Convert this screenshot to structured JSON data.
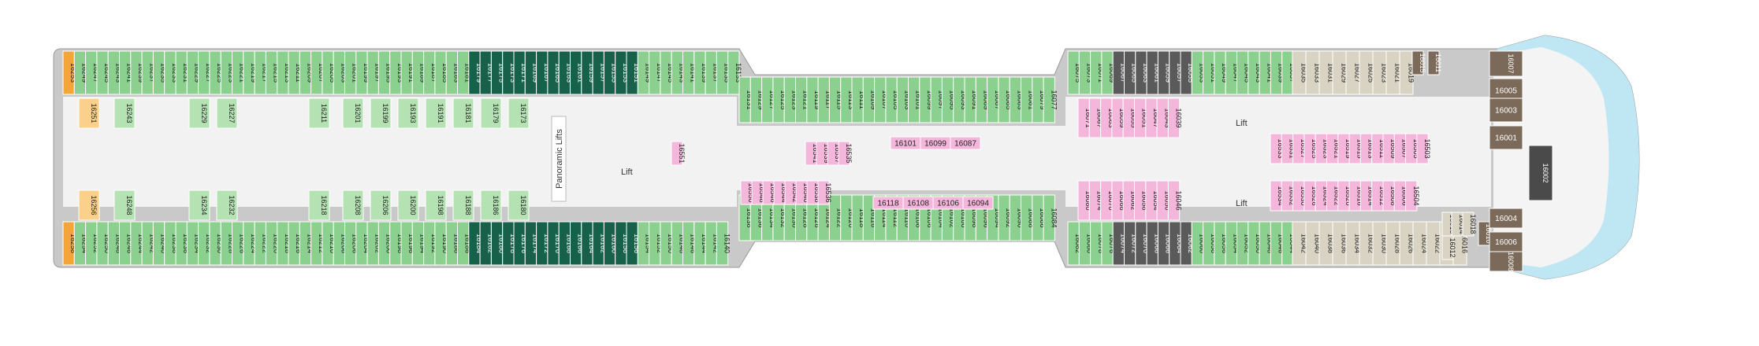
{
  "colors": {
    "hull": "#c9c9c9",
    "deck": "#e7e7e7",
    "green": "#8cd08f",
    "green_light": "#b5e2b3",
    "teal": "#17614a",
    "orange": "#f3a53a",
    "orange_light": "#fbd08a",
    "pink": "#f5b6dc",
    "beige": "#d9d3c3",
    "brown": "#7b6a5a",
    "blue": "#bfe6f3",
    "dark": "#5a5a5a"
  },
  "labels": {
    "lift_center": "Lift",
    "panoramic": "Panoramic Lifts",
    "lift_fwd_1": "Lift",
    "lift_fwd_2": "Lift"
  },
  "top_outer": [
    "16253",
    "16249",
    "16247",
    "16245",
    "16243",
    "16241",
    "16239",
    "16237",
    "16235",
    "16233",
    "16231",
    "16229",
    "16227",
    "16225",
    "16223",
    "16221",
    "16219",
    "16217",
    "16215",
    "16213",
    "16211",
    "16209",
    "16207",
    "16205",
    "16203",
    "16201",
    "16199",
    "16197",
    "16195",
    "16193",
    "16191",
    "16189",
    "16187",
    "16185",
    "16183",
    "16181",
    "16179",
    "16177",
    "16175",
    "16173",
    "16171",
    "16169",
    "16167",
    "16165",
    "16163",
    "16161",
    "16159",
    "16157",
    "16155",
    "16153",
    "16151",
    "16149",
    "16147",
    "16145",
    "16143",
    "16141",
    "16139",
    "16137",
    "16135",
    "16133"
  ],
  "bottom_outer": [
    "16258",
    "16254",
    "16252",
    "16250",
    "16248",
    "16246",
    "16244",
    "16242",
    "16240",
    "16238",
    "16236",
    "16234",
    "16232",
    "16230",
    "16228",
    "16226",
    "16224",
    "16222",
    "16220",
    "16218",
    "16216",
    "16214",
    "16212",
    "16210",
    "16208",
    "16206",
    "16204",
    "16202",
    "16200",
    "16198",
    "16196",
    "16194",
    "16192",
    "16190",
    "16188",
    "16186",
    "16184",
    "16182",
    "16180",
    "16178",
    "16176",
    "16174",
    "16172",
    "16170",
    "16168",
    "16166",
    "16164",
    "16162",
    "16160",
    "16158",
    "16156",
    "16154",
    "16152",
    "16150",
    "16148",
    "16146",
    "16144",
    "16142",
    "16140"
  ],
  "top_inner": [
    "16251",
    "16243",
    "16229",
    "16227",
    "16211",
    "16201",
    "16199",
    "16193",
    "16191",
    "16181",
    "16179",
    "16173"
  ],
  "bottom_inner": [
    "16256",
    "16248",
    "16234",
    "16232",
    "16218",
    "16208",
    "16206",
    "16200",
    "16198",
    "16188",
    "16186",
    "16180"
  ],
  "mid_top": [
    "16131",
    "16129",
    "16127",
    "16125",
    "16123",
    "16121",
    "16119",
    "16117",
    "16115",
    "16113",
    "16111",
    "16109",
    "16107",
    "16105",
    "16103",
    "16101",
    "16099",
    "16097",
    "16095",
    "16093",
    "16091",
    "16089",
    "16087",
    "16085",
    "16083",
    "16081",
    "16079",
    "16077"
  ],
  "mid_bottom": [
    "16138",
    "16136",
    "16134",
    "16132",
    "16130",
    "16128",
    "16126",
    "16124",
    "16122",
    "16120",
    "16118",
    "16116",
    "16114",
    "16112",
    "16110",
    "16108",
    "16106",
    "16104",
    "16102",
    "16100",
    "16098",
    "16096",
    "16094",
    "16092",
    "16090",
    "16088",
    "16086",
    "16084"
  ],
  "center_single": "16551",
  "center_top_group": [
    "16541",
    "16539",
    "16537",
    "16535"
  ],
  "center_bottom_group": [
    "16550",
    "16548",
    "16546",
    "16544",
    "16542",
    "16540",
    "16538",
    "16536"
  ],
  "center_top_wide": [
    "16101",
    "16099",
    "16087"
  ],
  "center_bottom_wide": [
    "16118",
    "16108",
    "16106",
    "16094"
  ],
  "fwd_top_outer": [
    "16075",
    "16073",
    "16071",
    "16069",
    "16067",
    "16065",
    "16063",
    "16061",
    "16059",
    "16057",
    "16055",
    "16053",
    "16051",
    "16049",
    "16047",
    "16045",
    "16043",
    "16041",
    "16039",
    "16037"
  ],
  "fwd_bottom_outer": [
    "16082",
    "16080",
    "16078",
    "16076",
    "16074",
    "16072",
    "16070",
    "16068",
    "16066",
    "16064",
    "16062",
    "16060",
    "16058",
    "16056",
    "16054",
    "16052",
    "16050",
    "16048",
    "16046",
    "16044"
  ],
  "fwd_top_pink": [
    "16071",
    "16067",
    "16063",
    "16059",
    "16055",
    "16051",
    "16047",
    "16043",
    "16039"
  ],
  "fwd_bottom_pink": [
    "16080",
    "16074",
    "16070",
    "16066",
    "16062",
    "16058",
    "16054",
    "16050",
    "16046"
  ],
  "fwd_top_beige": [
    "16035",
    "16033",
    "16031",
    "16029",
    "16027",
    "16025",
    "16023",
    "16021",
    "16019"
  ],
  "fwd_bottom_beige": [
    "16042",
    "16040",
    "16038",
    "16036",
    "16034",
    "16032",
    "16030",
    "16028",
    "16026",
    "16024",
    "16022",
    "16020",
    "16016"
  ],
  "fwd_top_pink2": [
    "16533",
    "16531",
    "16527",
    "16525",
    "16523",
    "16521",
    "16519",
    "16515",
    "16513",
    "16511",
    "16509",
    "16507",
    "16505",
    "16503"
  ],
  "fwd_bottom_pink2": [
    "16534",
    "16532",
    "16530",
    "16526",
    "16524",
    "16522",
    "16520",
    "16516",
    "16514",
    "16512",
    "16508",
    "16506",
    "16504"
  ],
  "fwd_misc": [
    "16015",
    "16011",
    "16013",
    "16014",
    "16018",
    "16012",
    "16010"
  ],
  "suites_top": [
    "16007",
    "16005",
    "16003",
    "16001"
  ],
  "suites_bottom": [
    "16004",
    "16006",
    "16008"
  ],
  "suite_center": "16002"
}
